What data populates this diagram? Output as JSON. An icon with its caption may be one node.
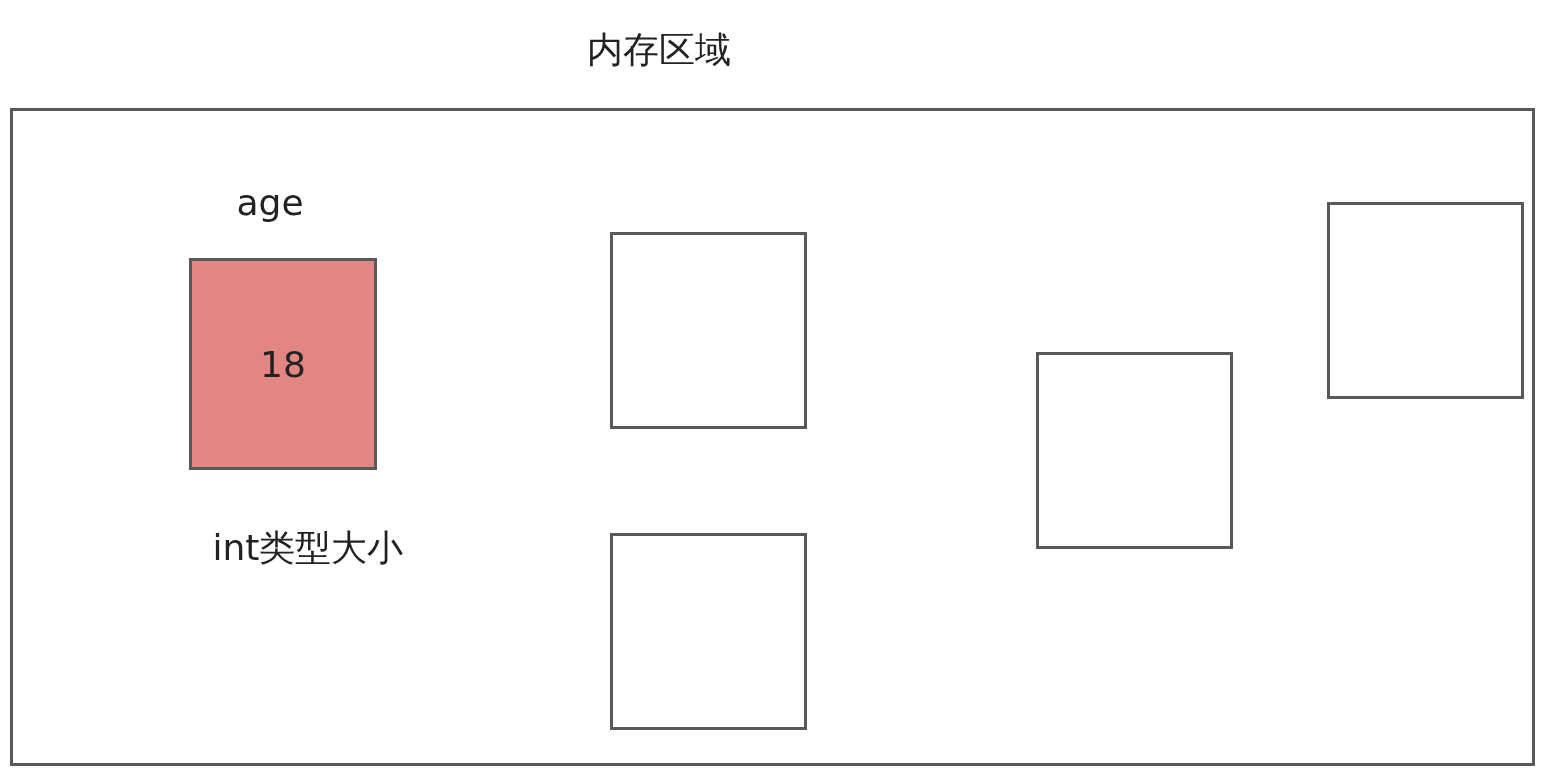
{
  "diagram": {
    "nodes": [
      {
        "text": [
          "内存区域"
        ]
      },
      {
        "text": [
          "18"
        ],
        "beside": [
          "age",
          "int类型大小"
        ],
        "in": 0
      },
      {
        "text": [],
        "shape": "box",
        "in": 0
      },
      {
        "text": [],
        "shape": "box",
        "in": 0
      },
      {
        "text": [],
        "shape": "box",
        "in": 0
      },
      {
        "text": [],
        "shape": "box",
        "in": 0
      }
    ]
  }
}
